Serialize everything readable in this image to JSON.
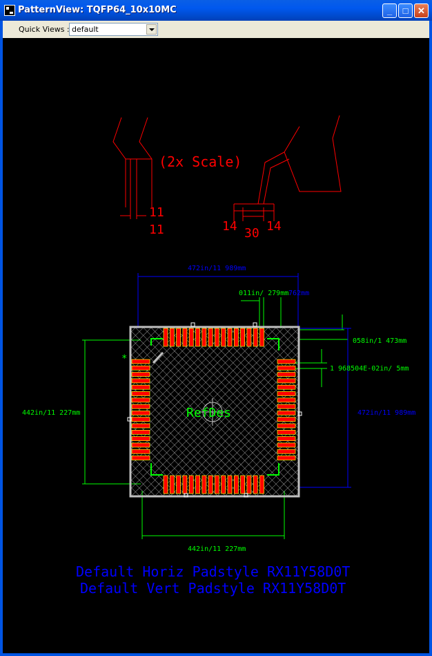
{
  "window": {
    "title": "PatternView: TQFP64_10x10MC",
    "min_symbol": "_",
    "max_symbol": "□",
    "close_symbol": "✕"
  },
  "toolbar": {
    "quick_views_label": "Quick Views :",
    "quick_views_value": "default"
  },
  "drawing": {
    "scale_label": "(2x Scale)",
    "detail_left_dim_a": "11",
    "detail_left_dim_b": "11",
    "detail_right_dim_left": "14",
    "detail_right_dim_mid": "30",
    "detail_right_dim_right": "14",
    "dim_top_width": "472in/11 989mm",
    "dim_pitch": "011in/ 279mm",
    "dim_pad_width": "762mm",
    "dim_pad_length": "058in/1 473mm",
    "dim_small": "1 968504E-02in/ 5mm",
    "dim_left_height": "442in/11 227mm",
    "dim_right_height": "472in/11 989mm",
    "dim_bottom_width": "442in/11 227mm",
    "center_label": "RefDes",
    "padstyle_horiz": "Default Horiz Padstyle  RX11Y58D0T",
    "padstyle_vert": "Default Vert Padstyle  RX11Y58D0T",
    "pin1_marker": "*"
  },
  "colors": {
    "red": "#ff0000",
    "blue": "#0000ff",
    "green": "#00ff00",
    "yellow": "#ffff00",
    "white": "#ffffff",
    "gray": "#c0c0c0"
  }
}
